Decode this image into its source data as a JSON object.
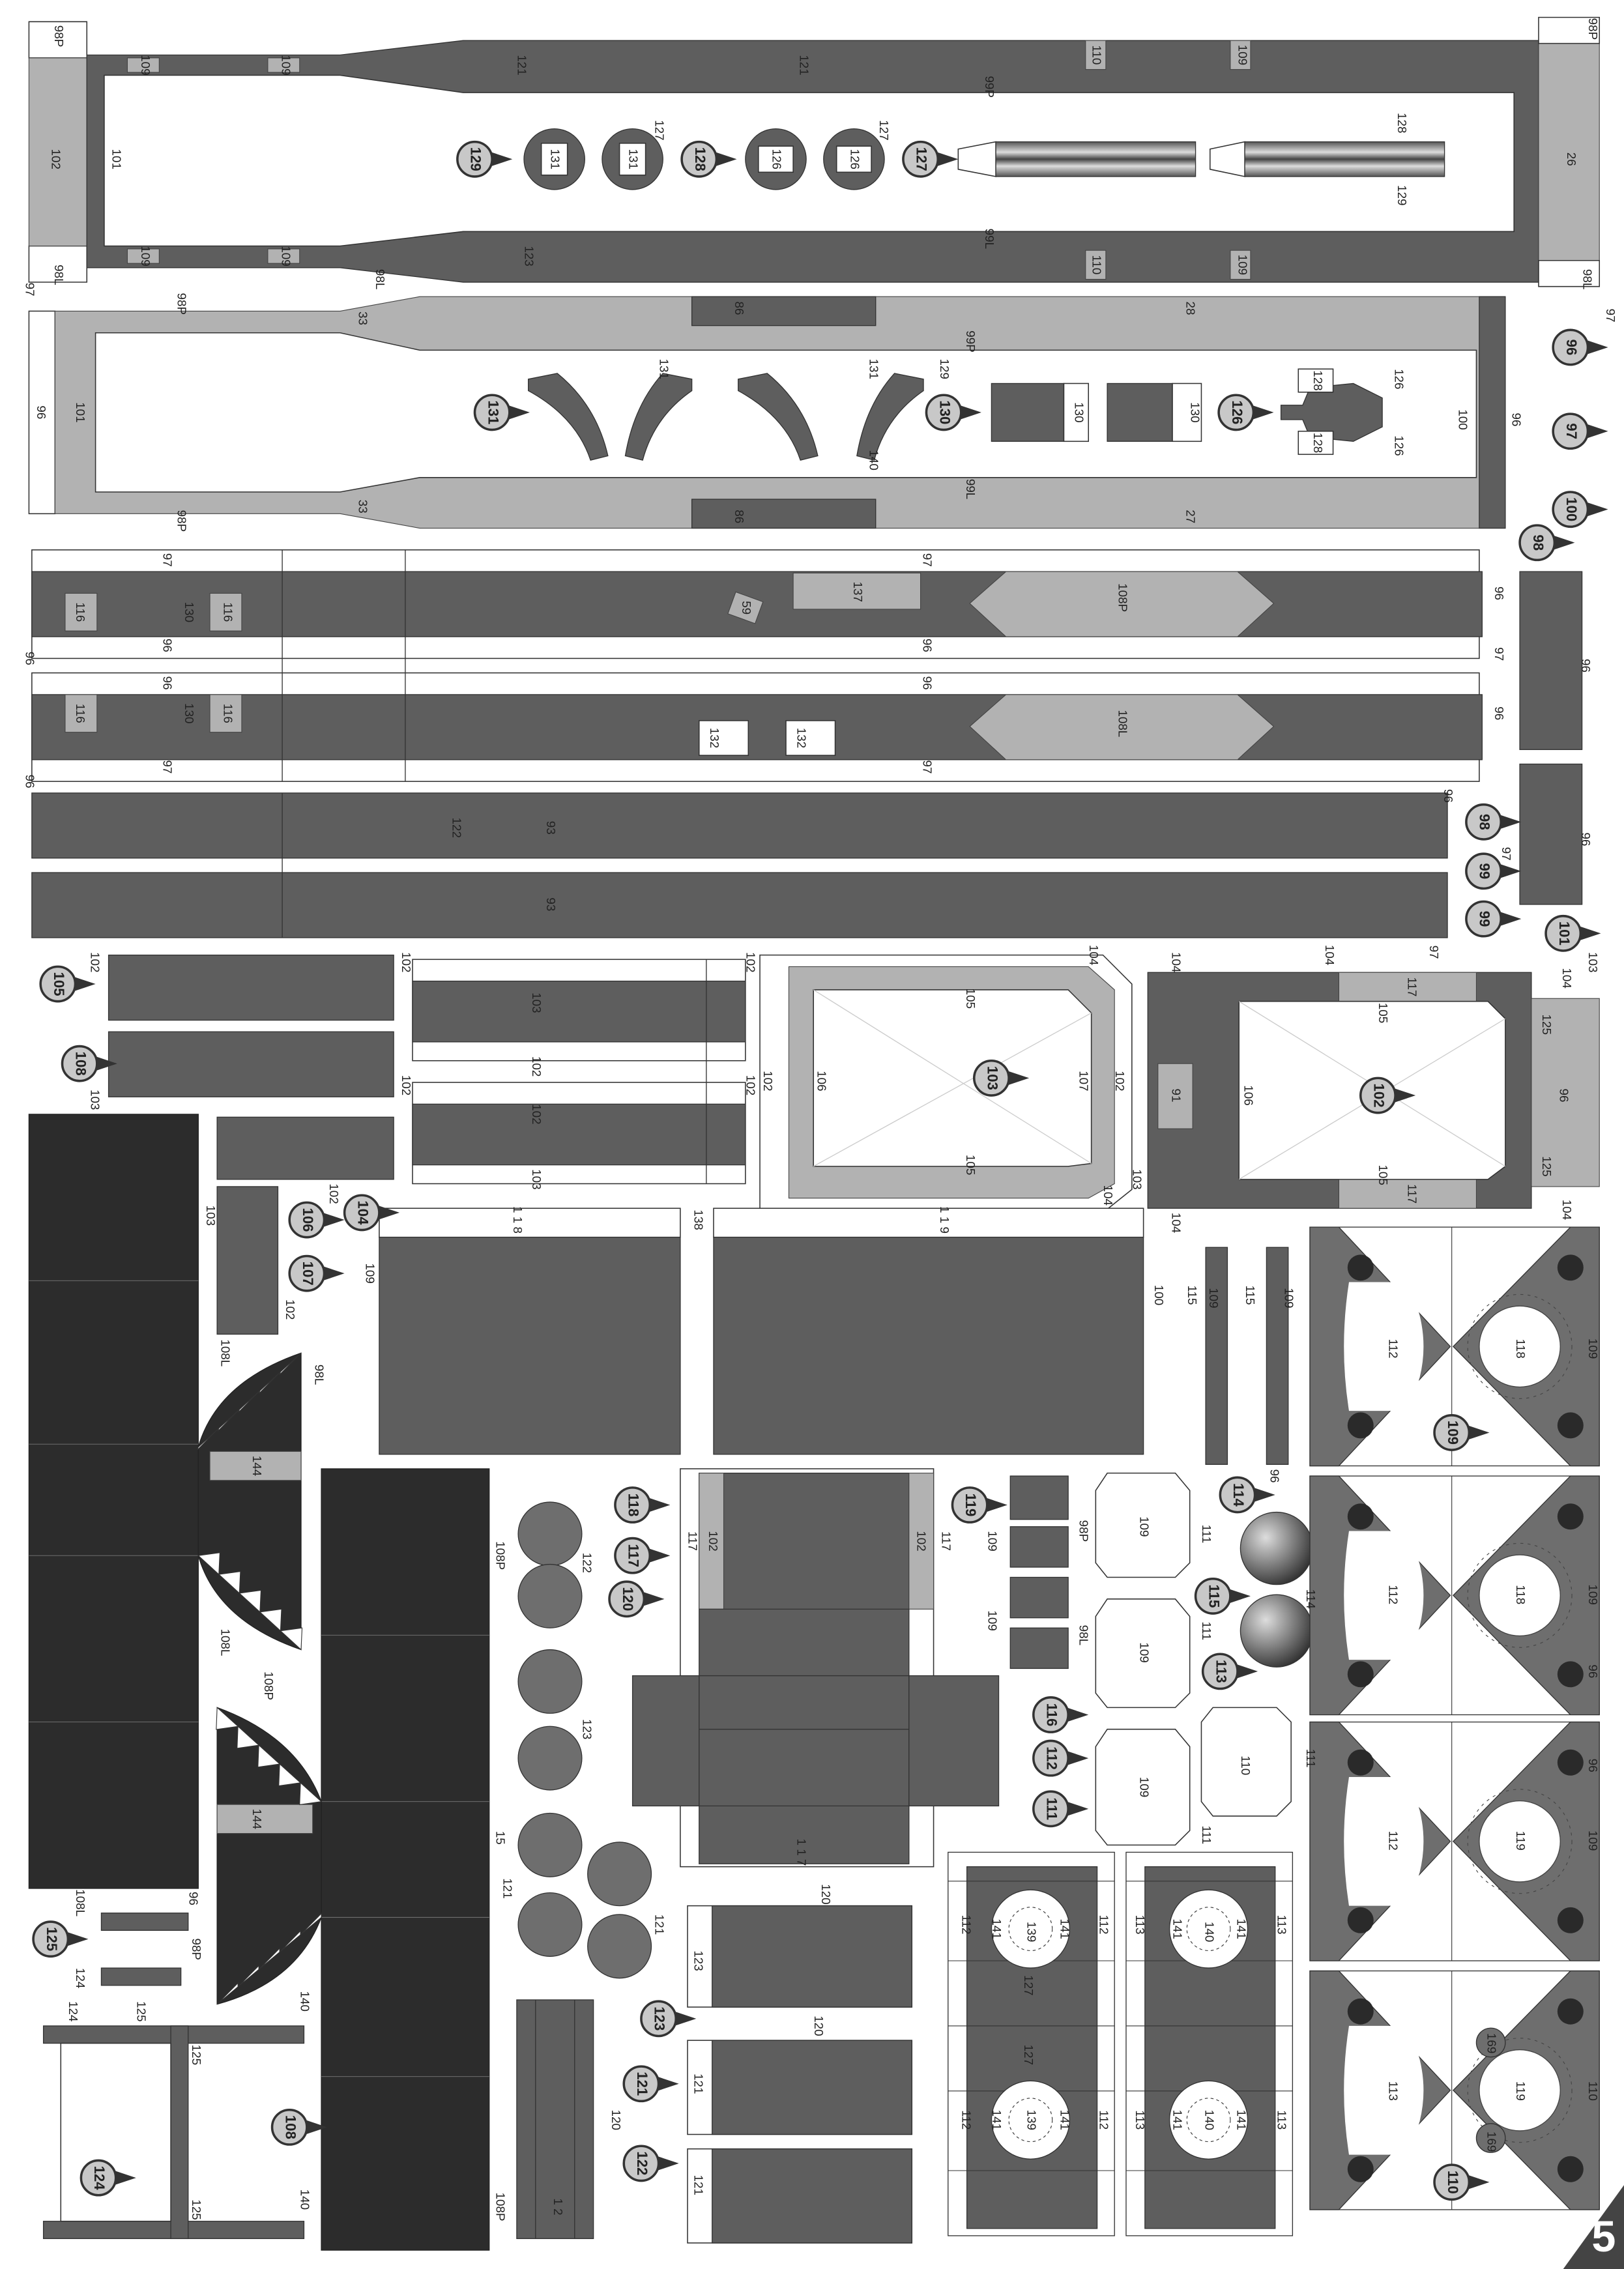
{
  "sheet": {
    "page_number": "5"
  },
  "colors": {
    "dark_gray": "#5e5e5e",
    "black": "#2c2c2c",
    "light_gray": "#b2b2b2",
    "paper": "#ffffff"
  },
  "callouts": [
    "129",
    "128",
    "127",
    "96",
    "97",
    "131",
    "130",
    "126",
    "100",
    "98",
    "98",
    "99",
    "99",
    "101",
    "105",
    "108",
    "103",
    "102",
    "104",
    "106",
    "107",
    "109",
    "114",
    "118",
    "117",
    "120",
    "119",
    "115",
    "113",
    "116",
    "112",
    "111",
    "123",
    "121",
    "122",
    "125",
    "124",
    "108",
    "110"
  ],
  "labels": {
    "top_chassis": [
      "98P",
      "109",
      "109",
      "121",
      "121",
      "110",
      "109",
      "98P",
      "99P",
      "102",
      "101",
      "99L",
      "123",
      "109",
      "109",
      "110",
      "109",
      "98L",
      "26",
      "128",
      "129",
      "131",
      "131",
      "126",
      "126",
      "98L",
      "98L",
      "97",
      "97",
      "127",
      "127"
    ],
    "second_chassis": [
      "33",
      "86",
      "28",
      "99P",
      "101",
      "96",
      "131",
      "131",
      "130",
      "130",
      "100",
      "96",
      "99L",
      "33",
      "86",
      "27",
      "128",
      "128",
      "98P",
      "98P",
      "129",
      "140",
      "126",
      "126"
    ],
    "side_strips": [
      "97",
      "97",
      "116",
      "116",
      "130",
      "59",
      "137",
      "108P",
      "96",
      "96",
      "96",
      "96",
      "116",
      "116",
      "130",
      "132",
      "132",
      "108L",
      "97",
      "97",
      "122",
      "93",
      "93",
      "96",
      "96",
      "96",
      "97",
      "96",
      "96",
      "96",
      "96",
      "97",
      "97"
    ],
    "middle_row": [
      "102",
      "103",
      "102",
      "102",
      "103",
      "102",
      "102",
      "103",
      "102",
      "102",
      "102",
      "106",
      "107",
      "102",
      "105",
      "105",
      "104",
      "91",
      "106",
      "96",
      "117",
      "117",
      "125",
      "125",
      "105",
      "105",
      "104",
      "104",
      "104",
      "104",
      "104",
      "103",
      "104",
      "103",
      "103",
      "102",
      "102"
    ],
    "bottom_area": [
      "138",
      "109",
      "100",
      "115",
      "109",
      "115",
      "109",
      "144",
      "144",
      "108L",
      "98L",
      "108L",
      "108P",
      "108P",
      "108P",
      "102",
      "102",
      "117",
      "117",
      "109",
      "109",
      "98P",
      "98L",
      "109",
      "109",
      "109",
      "110",
      "111",
      "111",
      "111",
      "111",
      "114",
      "96",
      "112",
      "118",
      "112",
      "118",
      "112",
      "119",
      "113",
      "119",
      "109",
      "109",
      "96",
      "96",
      "109",
      "110",
      "169",
      "169",
      "122",
      "123",
      "15",
      "121",
      "121",
      "120",
      "123",
      "120",
      "121",
      "121",
      "120",
      "1 2",
      "1 1 7",
      "1 1 8",
      "1 1 9",
      "112",
      "112",
      "113",
      "113",
      "141",
      "139",
      "141",
      "141",
      "140",
      "141",
      "127",
      "127",
      "112",
      "112",
      "113",
      "113",
      "141",
      "139",
      "141",
      "141",
      "140",
      "141",
      "125",
      "125",
      "124",
      "125",
      "96",
      "98P",
      "124",
      "140",
      "140",
      "108L"
    ]
  }
}
